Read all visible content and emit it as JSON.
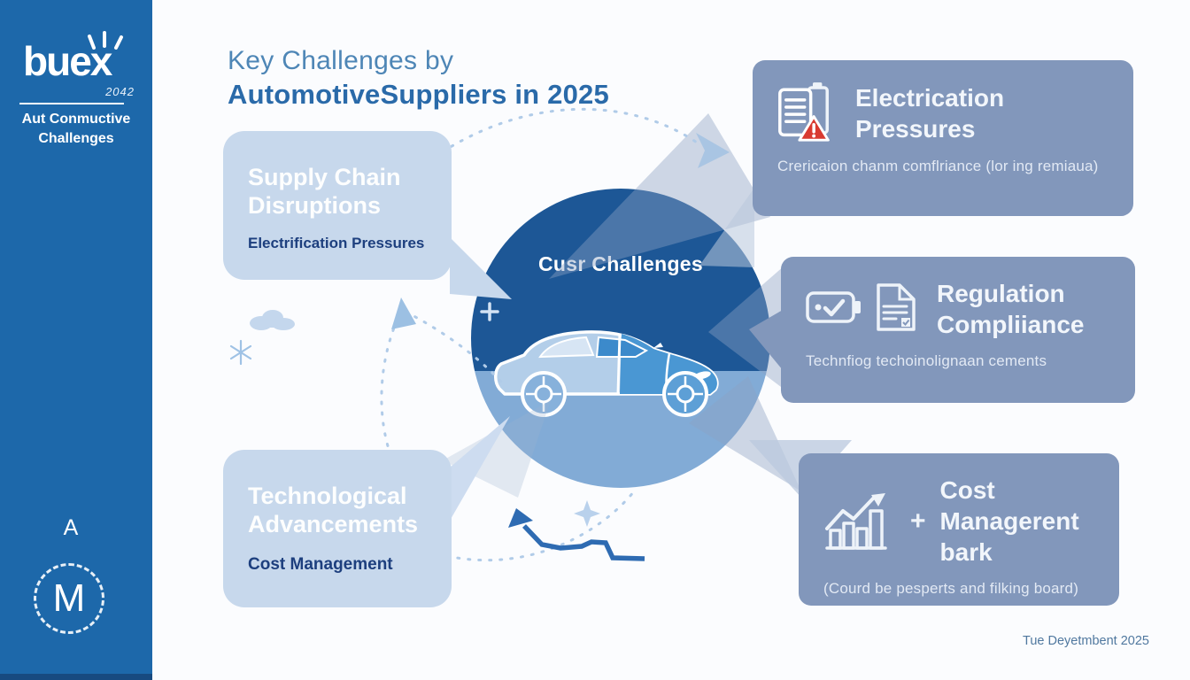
{
  "colors": {
    "sidebar_blue": "#1d68aa",
    "circle_dark": "#1d5796",
    "circle_light": "#82abd6",
    "light_box": "#c7d8ec",
    "slate_box": "#8297bb",
    "warning_red": "#d93a30",
    "deep_navy_text": "#1d3f7e",
    "title_blue": "#2a6aa9",
    "car_front_blue": "#4a97d3",
    "car_body_light": "#b3cee9"
  },
  "sidebar": {
    "logo": "buex",
    "logo_sub": "2042",
    "tagline_line1": "Aut Conmuctive",
    "tagline_line2": "Challenges",
    "monogram_top": "A",
    "monogram": "M"
  },
  "header": {
    "title_line1": "Key Challenges by",
    "title_line2": "AutomotiveSuppliers in 2025"
  },
  "center": {
    "label": "Cusr Challenges"
  },
  "callouts": {
    "top_left": {
      "title_line1": "Supply Chain",
      "title_line2": "Disruptions",
      "subtitle": "Electrification Pressures"
    },
    "bottom_left": {
      "title_line1": "Technological",
      "title_line2": "Advancements",
      "subtitle": "Cost Management"
    },
    "top_right": {
      "title": "Electrication Pressures",
      "subtitle": "Crericaion chanm comflriance (lor ing remiaua)",
      "icon": "document-warning-icon"
    },
    "mid_right": {
      "title_line1": "Regulation",
      "title_line2": "Compliiance",
      "subtitle": "Technfiog techoinolignaan cements",
      "icons": [
        "battery-check-icon",
        "document-check-icon"
      ]
    },
    "bottom_right": {
      "plus": "+",
      "title_line1": "Cost",
      "title_line2": "Managerent bark",
      "subtitle": "(Courd be pesperts and filking board)",
      "icon": "bar-chart-growth-icon"
    }
  },
  "footer": {
    "date": "Tue Deyetmbent 2025"
  }
}
